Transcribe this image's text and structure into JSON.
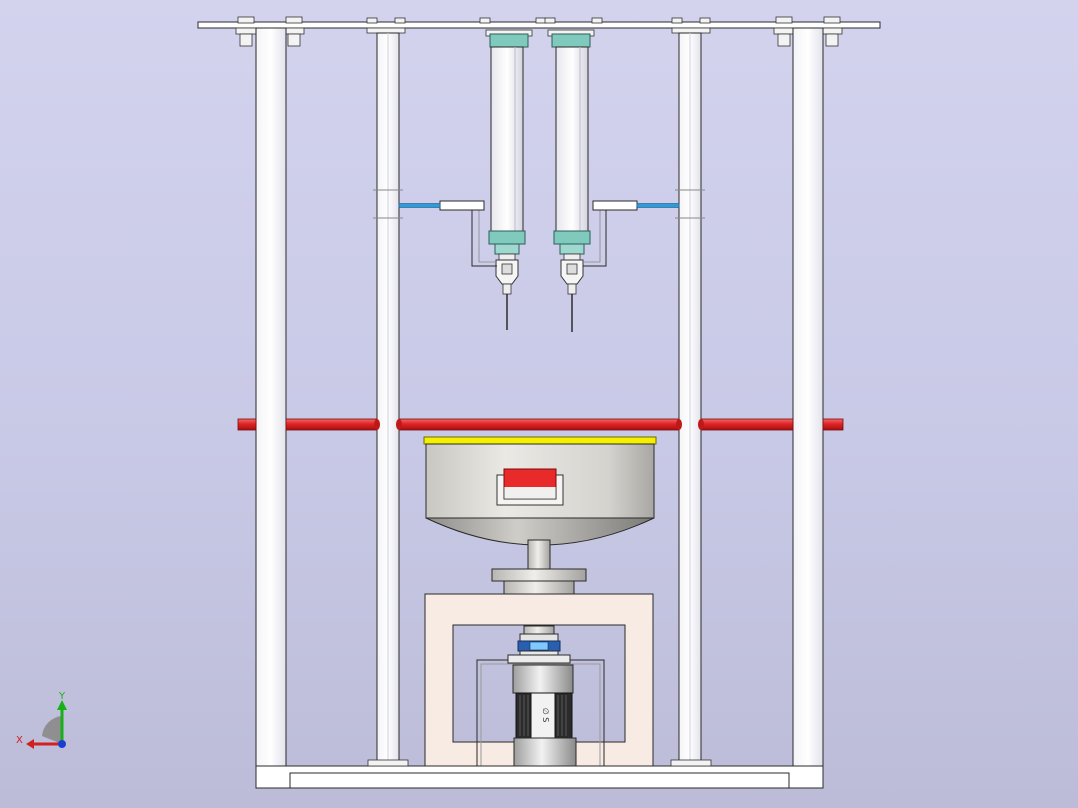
{
  "viewport": {
    "background_top": "#d3d3ee",
    "background_bottom": "#bcbcd8"
  },
  "colors": {
    "frame": "#ffffff",
    "outline": "#2a2a2a",
    "red_rod": "#e03030",
    "yellow_lid": "#f4f000",
    "teal_fitting": "#7fc9bd",
    "blue_hose": "#2f9ad8",
    "coupling_blue": "#2a5fb0",
    "bowl_window": "#e82a2a",
    "motor_dark": "#2b2b2b",
    "axis_y": "#18b018",
    "axis_x": "#d02020",
    "axis_z": "#1a3fd0"
  },
  "triad": {
    "x_label": "X",
    "y_label": "Y",
    "icon": "coordinate-triad-icon"
  },
  "motor": {
    "plate_text": "∅ S"
  }
}
